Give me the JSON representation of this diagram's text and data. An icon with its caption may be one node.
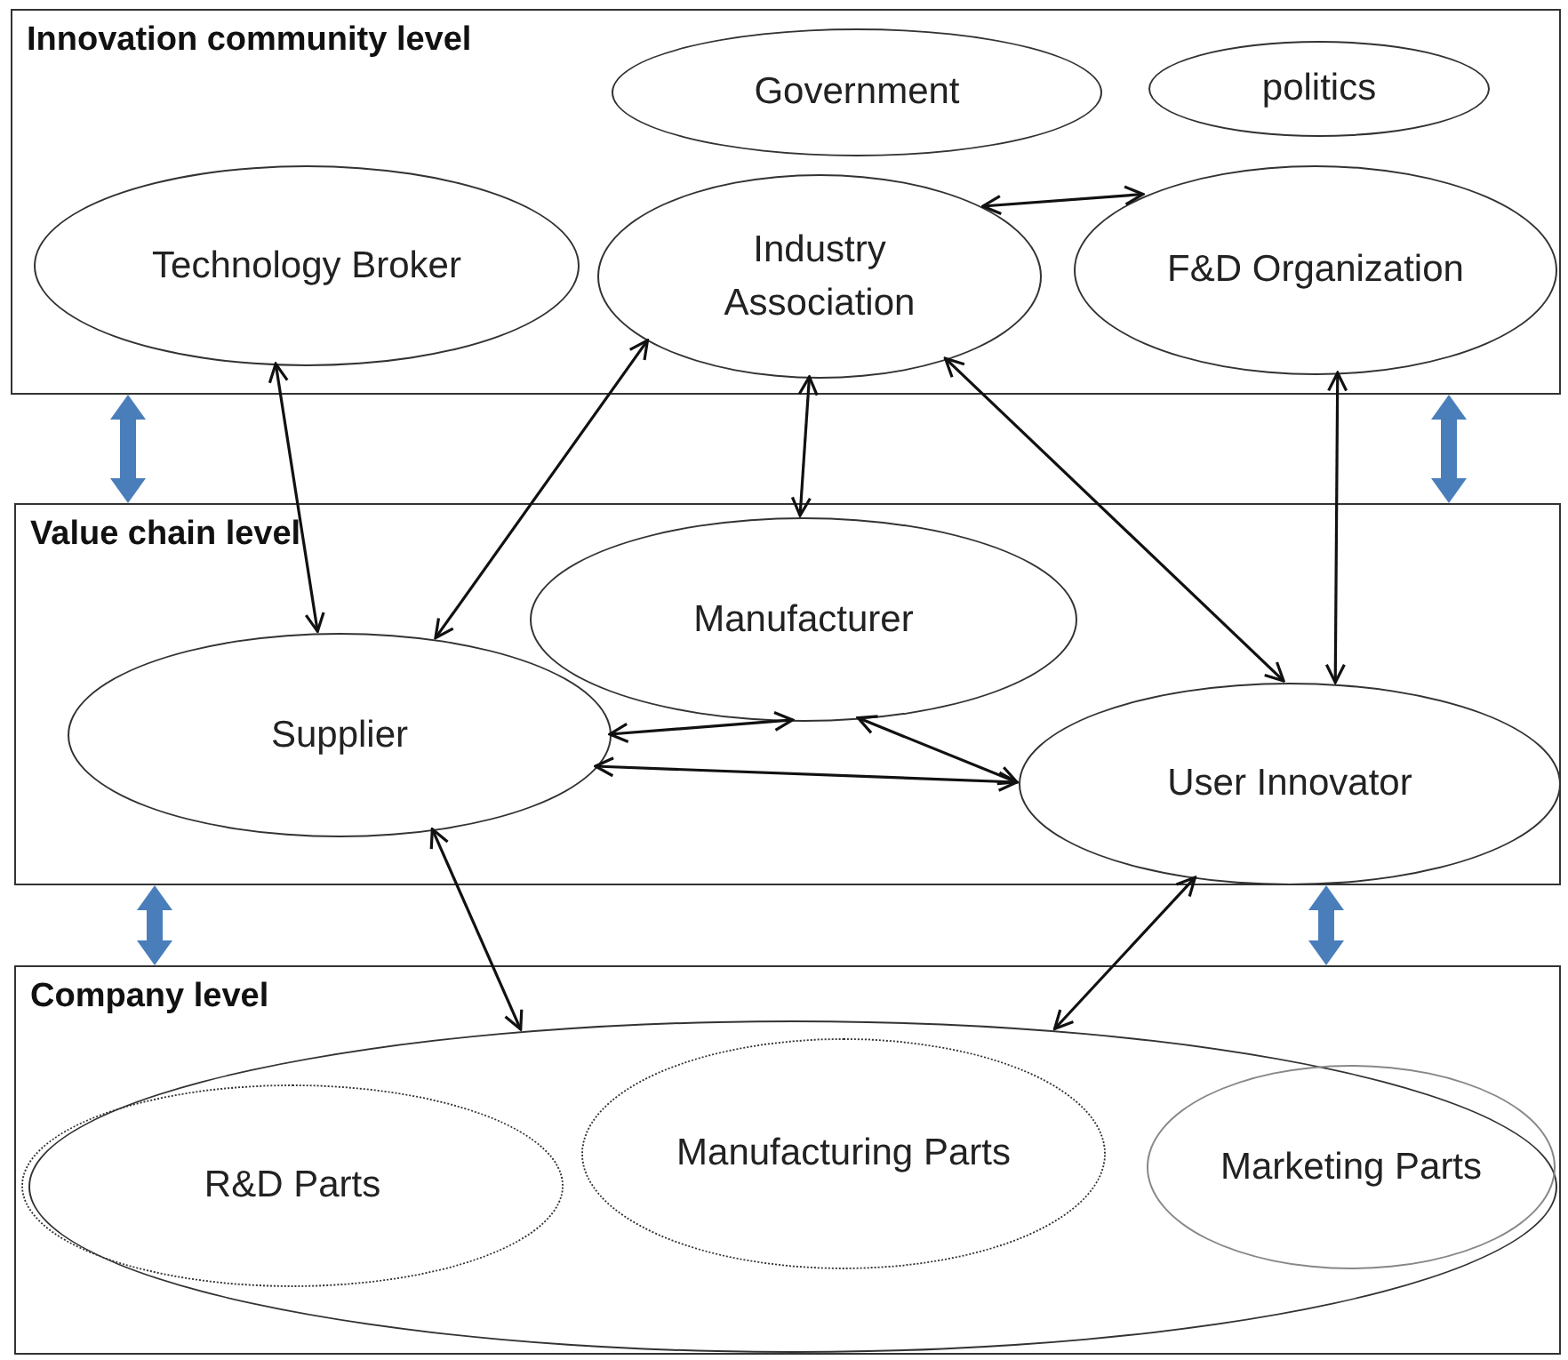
{
  "diagram": {
    "nodes": [
      {
        "text": [
          "Innovation community level"
        ]
      },
      {
        "text": [
          "Government"
        ],
        "in": 0
      },
      {
        "text": [
          "politics"
        ],
        "in": 0
      },
      {
        "text": [
          "Technology Broker"
        ],
        "in": 0
      },
      {
        "text": [
          "Industry Association"
        ],
        "in": 0
      },
      {
        "text": [
          "F&D Organization"
        ],
        "in": 0
      },
      {
        "text": [
          "Value chain level"
        ]
      },
      {
        "text": [
          "Manufacturer"
        ],
        "in": 6
      },
      {
        "text": [
          "Supplier"
        ],
        "in": 6
      },
      {
        "text": [
          "User Innovator"
        ],
        "in": 6
      },
      {
        "text": [
          "Company level"
        ]
      },
      {
        "text": [],
        "shape": "ellipse",
        "in": 10
      },
      {
        "text": [
          "R&D Parts"
        ],
        "in": 11
      },
      {
        "text": [
          "Manufacturing Parts"
        ],
        "in": 11
      },
      {
        "text": [
          "Marketing Parts"
        ],
        "in": 11
      }
    ],
    "edges": [
      {
        "from": 3,
        "to": 8,
        "arrow": "both"
      },
      {
        "from": 4,
        "to": 8,
        "arrow": "both"
      },
      {
        "from": 4,
        "to": 7,
        "arrow": "both"
      },
      {
        "from": 4,
        "to": 9,
        "arrow": "both"
      },
      {
        "from": 5,
        "to": 9,
        "arrow": "both"
      },
      {
        "from": 4,
        "to": 5,
        "arrow": "both"
      },
      {
        "from": 8,
        "to": 7,
        "arrow": "both"
      },
      {
        "from": 7,
        "to": 9,
        "arrow": "both"
      },
      {
        "from": 8,
        "to": 9,
        "arrow": "both"
      },
      {
        "from": 8,
        "to": 11,
        "arrow": "both"
      },
      {
        "from": 9,
        "to": 11,
        "arrow": "both"
      },
      {
        "from": 0,
        "to": 6,
        "arrow": "both",
        "style": "thick",
        "color": "#4a7ebb"
      },
      {
        "from": 0,
        "to": 6,
        "arrow": "both",
        "style": "thick",
        "color": "#4a7ebb"
      },
      {
        "from": 6,
        "to": 10,
        "arrow": "both",
        "style": "thick",
        "color": "#4a7ebb"
      },
      {
        "from": 6,
        "to": 10,
        "arrow": "both",
        "style": "thick",
        "color": "#4a7ebb"
      }
    ]
  }
}
